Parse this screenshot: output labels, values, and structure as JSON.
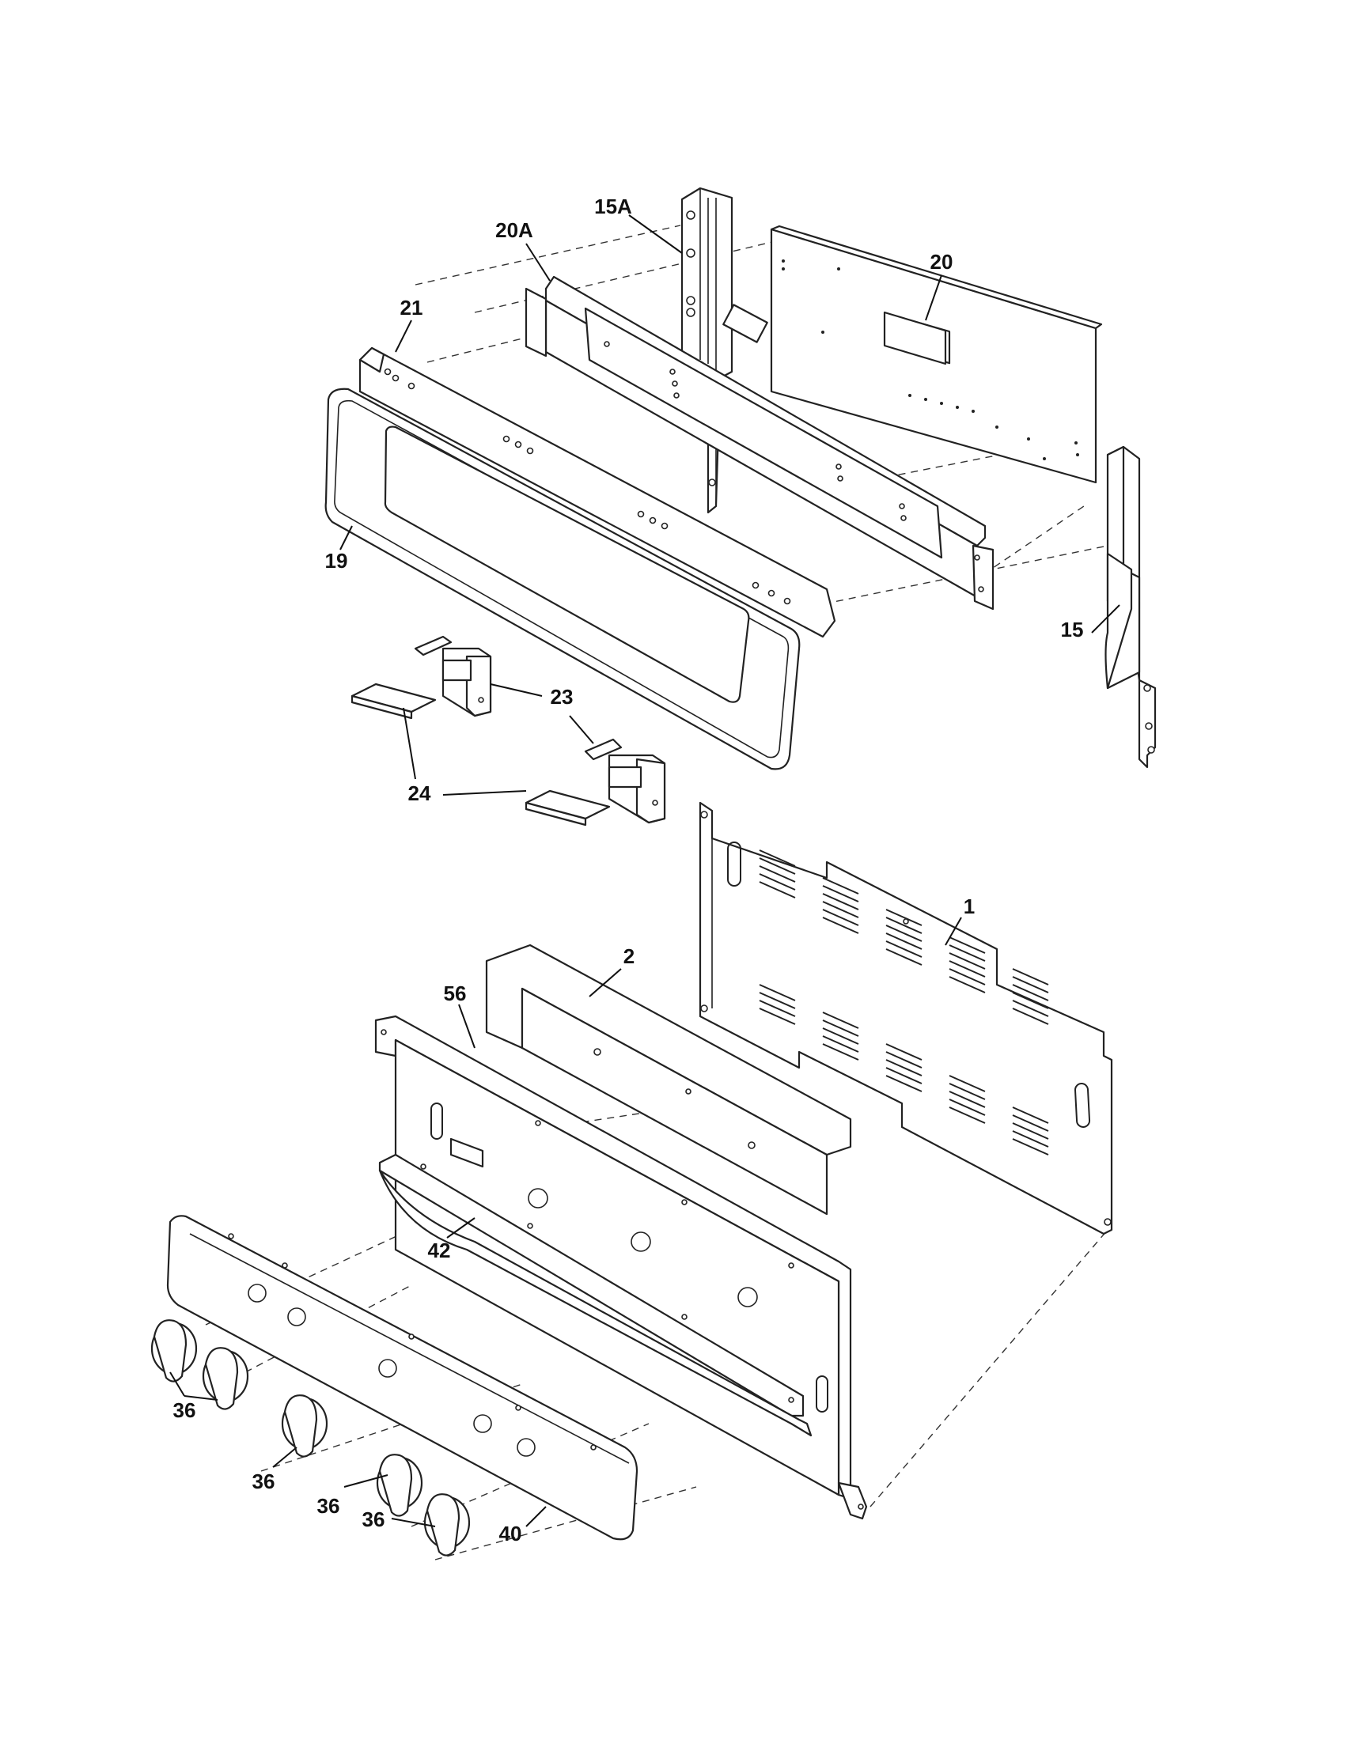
{
  "callouts": [
    {
      "id": "15A",
      "label": "15A"
    },
    {
      "id": "20A",
      "label": "20A"
    },
    {
      "id": "20",
      "label": "20"
    },
    {
      "id": "21",
      "label": "21"
    },
    {
      "id": "19",
      "label": "19"
    },
    {
      "id": "15",
      "label": "15"
    },
    {
      "id": "23",
      "label": "23"
    },
    {
      "id": "24",
      "label": "24"
    },
    {
      "id": "1",
      "label": "1"
    },
    {
      "id": "2",
      "label": "2"
    },
    {
      "id": "56",
      "label": "56"
    },
    {
      "id": "42",
      "label": "42"
    },
    {
      "id": "36a",
      "label": "36"
    },
    {
      "id": "36b",
      "label": "36"
    },
    {
      "id": "36c",
      "label": "36"
    },
    {
      "id": "36d",
      "label": "36"
    },
    {
      "id": "40",
      "label": "40"
    }
  ]
}
